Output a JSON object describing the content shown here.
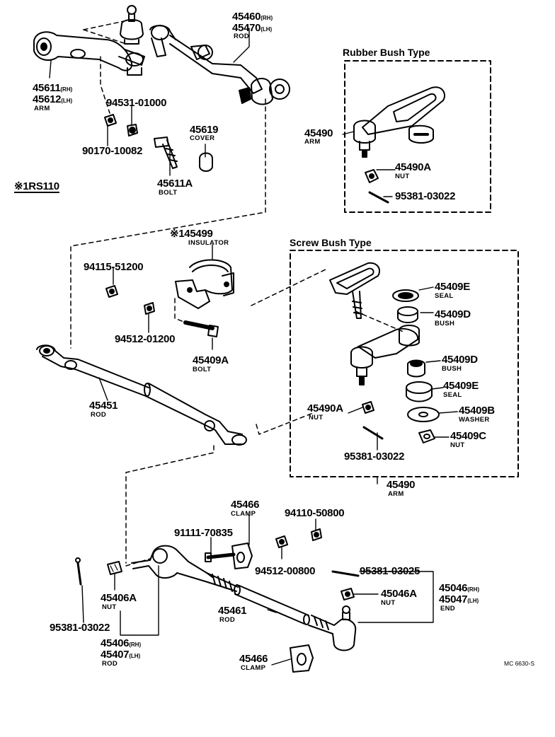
{
  "sections": {
    "rubber_bush": "Rubber Bush Type",
    "screw_bush": "Screw Bush Type"
  },
  "model_note": "※1RS110",
  "diagram_code": "MC 6630-S",
  "parts": {
    "p45460": {
      "number": "45460",
      "side": "(RH)"
    },
    "p45470": {
      "number": "45470",
      "side": "(LH)",
      "name": "ROD"
    },
    "p45611": {
      "number": "45611",
      "side": "(RH)"
    },
    "p45612": {
      "number": "45612",
      "side": "(LH)",
      "name": "ARM"
    },
    "p94531": {
      "number": "94531-01000"
    },
    "p90170": {
      "number": "90170-10082"
    },
    "p45619": {
      "number": "45619",
      "name": "COVER"
    },
    "p45611A": {
      "number": "45611A",
      "name": "BOLT"
    },
    "p45490_top": {
      "number": "45490",
      "name": "ARM"
    },
    "p45490A_top": {
      "number": "45490A",
      "name": "NUT"
    },
    "p95381_top": {
      "number": "95381-03022"
    },
    "p45499": {
      "number": "※145499",
      "name": "INSULATOR"
    },
    "p94115": {
      "number": "94115-51200"
    },
    "p94512_a": {
      "number": "94512-01200"
    },
    "p45409A": {
      "number": "45409A",
      "name": "BOLT"
    },
    "p45451": {
      "number": "45451",
      "name": "ROD"
    },
    "p45409E_1": {
      "number": "45409E",
      "name": "SEAL"
    },
    "p45409D_1": {
      "number": "45409D",
      "name": "BUSH"
    },
    "p45409D_2": {
      "number": "45409D",
      "name": "BUSH"
    },
    "p45409E_2": {
      "number": "45409E",
      "name": "SEAL"
    },
    "p45409B": {
      "number": "45409B",
      "name": "WASHER"
    },
    "p45409C": {
      "number": "45409C",
      "name": "NUT"
    },
    "p45490A_mid": {
      "number": "45490A",
      "name": "NUT"
    },
    "p95381_mid": {
      "number": "95381-03022"
    },
    "p45490_mid": {
      "number": "45490",
      "name": "ARM"
    },
    "p45466_top": {
      "number": "45466",
      "name": "CLAMP"
    },
    "p94110": {
      "number": "94110-50800"
    },
    "p91111": {
      "number": "91111-70835"
    },
    "p94512_b": {
      "number": "94512-00800"
    },
    "p95381_025": {
      "number": "95381-03025"
    },
    "p45046A": {
      "number": "45046A",
      "name": "NUT"
    },
    "p45046": {
      "number": "45046",
      "side": "(RH)"
    },
    "p45047": {
      "number": "45047",
      "side": "(LH)",
      "name": "END"
    },
    "p45406A": {
      "number": "45406A",
      "name": "NUT"
    },
    "p45461": {
      "number": "45461",
      "name": "ROD"
    },
    "p95381_bot": {
      "number": "95381-03022"
    },
    "p45406": {
      "number": "45406",
      "side": "(RH)"
    },
    "p45407": {
      "number": "45407",
      "side": "(LH)",
      "name": "ROD"
    },
    "p45466_bot": {
      "number": "45466",
      "name": "CLAMP"
    }
  }
}
